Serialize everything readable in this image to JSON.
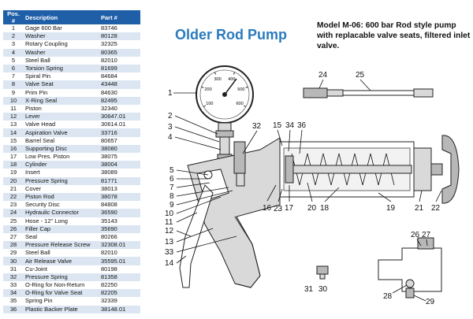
{
  "table": {
    "headers": {
      "pos": "Pos. #",
      "desc": "Description",
      "part": "Part #"
    },
    "rows": [
      {
        "pos": "1",
        "desc": "Gage 600 Bar",
        "part": "83746"
      },
      {
        "pos": "2",
        "desc": "Washer",
        "part": "80128"
      },
      {
        "pos": "3",
        "desc": "Rotary Coupling",
        "part": "32325"
      },
      {
        "pos": "4",
        "desc": "Washer",
        "part": "80365"
      },
      {
        "pos": "5",
        "desc": "Steel Ball",
        "part": "82010"
      },
      {
        "pos": "6",
        "desc": "Torsion Spring",
        "part": "81699"
      },
      {
        "pos": "7",
        "desc": "Spiral Pin",
        "part": "84684"
      },
      {
        "pos": "8",
        "desc": "Valve Seat",
        "part": "43448"
      },
      {
        "pos": "9",
        "desc": "Prim Pin",
        "part": "84630"
      },
      {
        "pos": "10",
        "desc": "X-Ring Seal",
        "part": "82495"
      },
      {
        "pos": "11",
        "desc": "Piston",
        "part": "32340"
      },
      {
        "pos": "12",
        "desc": "Lever",
        "part": "30647.01"
      },
      {
        "pos": "13",
        "desc": "Valve Head",
        "part": "30614.01"
      },
      {
        "pos": "14",
        "desc": "Aspiration Valve",
        "part": "33716"
      },
      {
        "pos": "15",
        "desc": "Barrel Seal",
        "part": "80657"
      },
      {
        "pos": "16",
        "desc": "Supporting Disc",
        "part": "38080"
      },
      {
        "pos": "17",
        "desc": "Low Pres. Piston",
        "part": "38075"
      },
      {
        "pos": "18",
        "desc": "Cylinder",
        "part": "38004"
      },
      {
        "pos": "19",
        "desc": "Insert",
        "part": "38089"
      },
      {
        "pos": "20",
        "desc": "Pressure Spring",
        "part": "81771"
      },
      {
        "pos": "21",
        "desc": "Cover",
        "part": "38013"
      },
      {
        "pos": "22",
        "desc": "Piston Rod",
        "part": "38078"
      },
      {
        "pos": "23",
        "desc": "Security Disc",
        "part": "84808"
      },
      {
        "pos": "24",
        "desc": "Hydraulic Connector",
        "part": "36590"
      },
      {
        "pos": "25",
        "desc": "Hose - 12\" Long",
        "part": "35143"
      },
      {
        "pos": "26",
        "desc": "Filler Cap",
        "part": "35690"
      },
      {
        "pos": "27",
        "desc": "Seal",
        "part": "80266"
      },
      {
        "pos": "28",
        "desc": "Pressure Release Screw",
        "part": "32308.01"
      },
      {
        "pos": "29",
        "desc": "Steel Ball",
        "part": "82010"
      },
      {
        "pos": "30",
        "desc": "Air Release Valve",
        "part": "35595.01"
      },
      {
        "pos": "31",
        "desc": "Cu-Joint",
        "part": "80198"
      },
      {
        "pos": "32",
        "desc": "Pressure Spring",
        "part": "81358"
      },
      {
        "pos": "33",
        "desc": "O-Ring for Non-Return",
        "part": "82250"
      },
      {
        "pos": "34",
        "desc": "O-Ring for Valve Seat",
        "part": "82205"
      },
      {
        "pos": "35",
        "desc": "Spring Pin",
        "part": "32339"
      },
      {
        "pos": "36",
        "desc": "Plastic Backer Plate",
        "part": "38148.01"
      }
    ]
  },
  "title": "Older Rod Pump",
  "model_text": "Model M-06: 600 bar Rod style pump with replacable valve seats, filtered inlet valve.",
  "gauge_ticks": [
    "100",
    "200",
    "300",
    "400",
    "500",
    "600"
  ],
  "callouts": [
    {
      "id": "1",
      "text": "1"
    },
    {
      "id": "2",
      "text": "2"
    },
    {
      "id": "3",
      "text": "3"
    },
    {
      "id": "4",
      "text": "4"
    },
    {
      "id": "5",
      "text": "5"
    },
    {
      "id": "6",
      "text": "6"
    },
    {
      "id": "7",
      "text": "7"
    },
    {
      "id": "8",
      "text": "8"
    },
    {
      "id": "9",
      "text": "9"
    },
    {
      "id": "10",
      "text": "10"
    },
    {
      "id": "11",
      "text": "11"
    },
    {
      "id": "12",
      "text": "12"
    },
    {
      "id": "13",
      "text": "13"
    },
    {
      "id": "14",
      "text": "14"
    },
    {
      "id": "15",
      "text": "15"
    },
    {
      "id": "16",
      "text": "16"
    },
    {
      "id": "17",
      "text": "17"
    },
    {
      "id": "18",
      "text": "18"
    },
    {
      "id": "19",
      "text": "19"
    },
    {
      "id": "20",
      "text": "20"
    },
    {
      "id": "21",
      "text": "21"
    },
    {
      "id": "22",
      "text": "22"
    },
    {
      "id": "23",
      "text": "23"
    },
    {
      "id": "24",
      "text": "24"
    },
    {
      "id": "25",
      "text": "25"
    },
    {
      "id": "26",
      "text": "26"
    },
    {
      "id": "27",
      "text": "27"
    },
    {
      "id": "28",
      "text": "28"
    },
    {
      "id": "29",
      "text": "29"
    },
    {
      "id": "30",
      "text": "30"
    },
    {
      "id": "31",
      "text": "31"
    },
    {
      "id": "32",
      "text": "32"
    },
    {
      "id": "33",
      "text": "33"
    },
    {
      "id": "34",
      "text": "34"
    },
    {
      "id": "36",
      "text": "36"
    }
  ]
}
